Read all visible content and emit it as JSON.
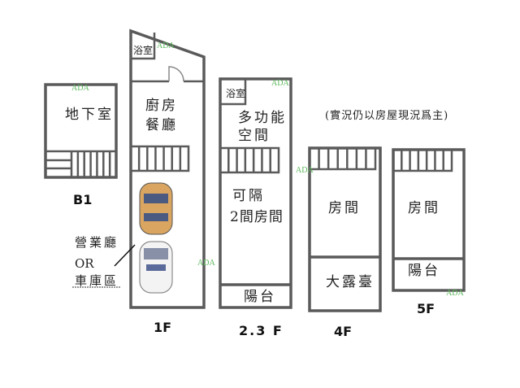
{
  "note": "(實況仍以房屋現況爲主)",
  "ada": "ADA",
  "floors": {
    "b1": {
      "label": "B1",
      "room": "地下室"
    },
    "f1": {
      "label": "1F",
      "bath": "浴室",
      "kitchen1": "廚房",
      "kitchen2": "餐廳",
      "hall1": "營業廳",
      "hall2": "OR",
      "hall3": "車庫區"
    },
    "f23": {
      "label": "2.3 F",
      "bath": "浴室",
      "multi1": "多功能",
      "multi2": "空間",
      "rooms1": "可隔",
      "rooms2": "2間房間",
      "balcony": "陽台"
    },
    "f4": {
      "label": "4F",
      "room": "房間",
      "terrace": "大露臺"
    },
    "f5": {
      "label": "5F",
      "room": "房間",
      "balcony": "陽台"
    }
  }
}
